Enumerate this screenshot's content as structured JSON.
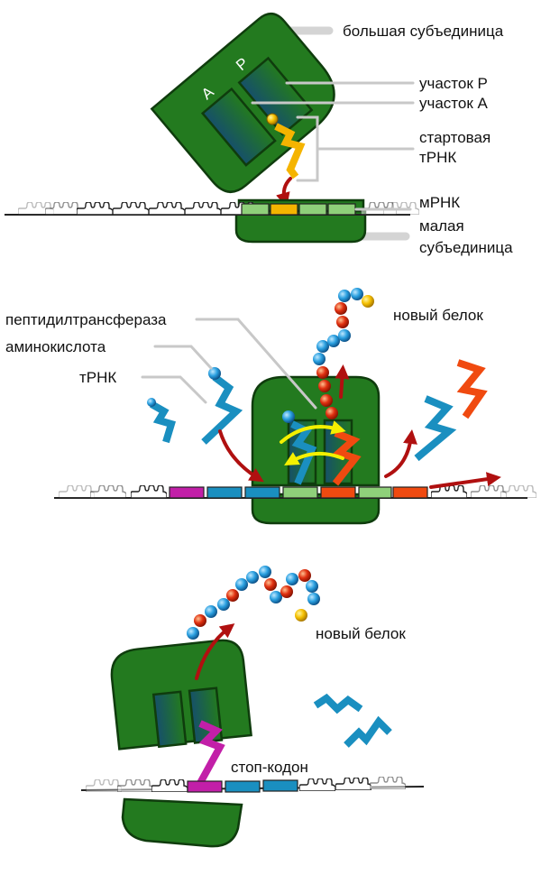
{
  "panel1": {
    "large_subunit_label": "большая субъединица",
    "site_p_label": "участок P",
    "site_a_label": "участок A",
    "start_trna_label_line1": "стартовая",
    "start_trna_label_line2": "тРНК",
    "mrna_label": "мРНК",
    "small_subunit_label_line1": "малая",
    "small_subunit_label_line2": "субъединица",
    "letter_a": "A",
    "letter_p": "P"
  },
  "panel2": {
    "peptidyltransferase_label": "пептидилтрансфераза",
    "amino_acid_label": "аминокислота",
    "trna_label": "тРНК",
    "new_protein_label": "новый белок"
  },
  "panel3": {
    "new_protein_label": "новый белок",
    "stop_codon_label": "стоп-кодон"
  },
  "colors": {
    "ribosome": "#237a1f",
    "ribosome_dark": "#0f3c0d",
    "start_trna": "#f5b400",
    "trna_blue": "#1a8fc0",
    "trna_orange": "#f04a10",
    "trna_magenta": "#c21fa8",
    "codon_green": "#8fd07a",
    "arrow_red": "#b01010",
    "arrow_yellow": "#f4f000",
    "amino_blue": "#2aa0e0",
    "amino_red": "#e03010",
    "amino_yellow": "#f5c000"
  }
}
